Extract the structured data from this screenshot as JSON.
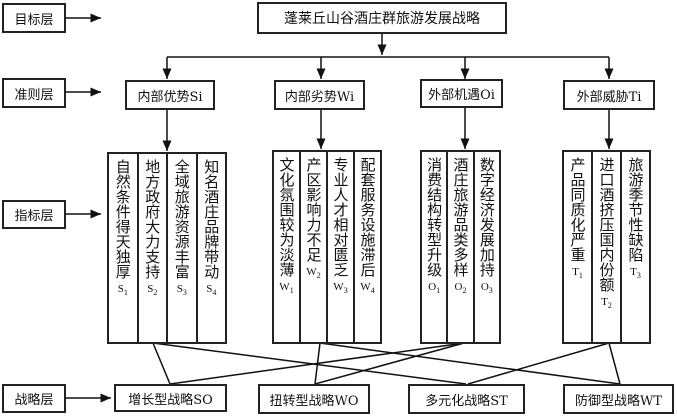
{
  "layers": {
    "goal": "目标层",
    "criteria": "准则层",
    "indicator": "指标层",
    "strategy": "战略层"
  },
  "goal": "蓬莱丘山谷酒庄群旅游发展战略",
  "criteria": [
    "内部优势Si",
    "内部劣势Wi",
    "外部机遇Oi",
    "外部威胁Ti"
  ],
  "indicators": {
    "S": [
      {
        "text": "自然条件得天独厚",
        "code": "S1"
      },
      {
        "text": "地方政府大力支持",
        "code": "S2"
      },
      {
        "text": "全域旅游资源丰富",
        "code": "S3"
      },
      {
        "text": "知名酒庄品牌带动",
        "code": "S4"
      }
    ],
    "W": [
      {
        "text": "文化氛围较为淡薄",
        "code": "W1"
      },
      {
        "text": "产区影响力不足",
        "code": "W2"
      },
      {
        "text": "专业人才相对匮乏",
        "code": "W3"
      },
      {
        "text": "配套服务设施滞后",
        "code": "W4"
      }
    ],
    "O": [
      {
        "text": "消费结构转型升级",
        "code": "O1"
      },
      {
        "text": "酒庄旅游品类多样",
        "code": "O2"
      },
      {
        "text": "数字经济发展加持",
        "code": "O3"
      }
    ],
    "T": [
      {
        "text": "产品同质化严重",
        "code": "T1"
      },
      {
        "text": "进口酒挤压国内份额",
        "code": "T2"
      },
      {
        "text": "旅游季节性缺陷",
        "code": "T3"
      }
    ]
  },
  "strategies": [
    "增长型战略SO",
    "扭转型战略WO",
    "多元化战略ST",
    "防御型战略WT"
  ]
}
